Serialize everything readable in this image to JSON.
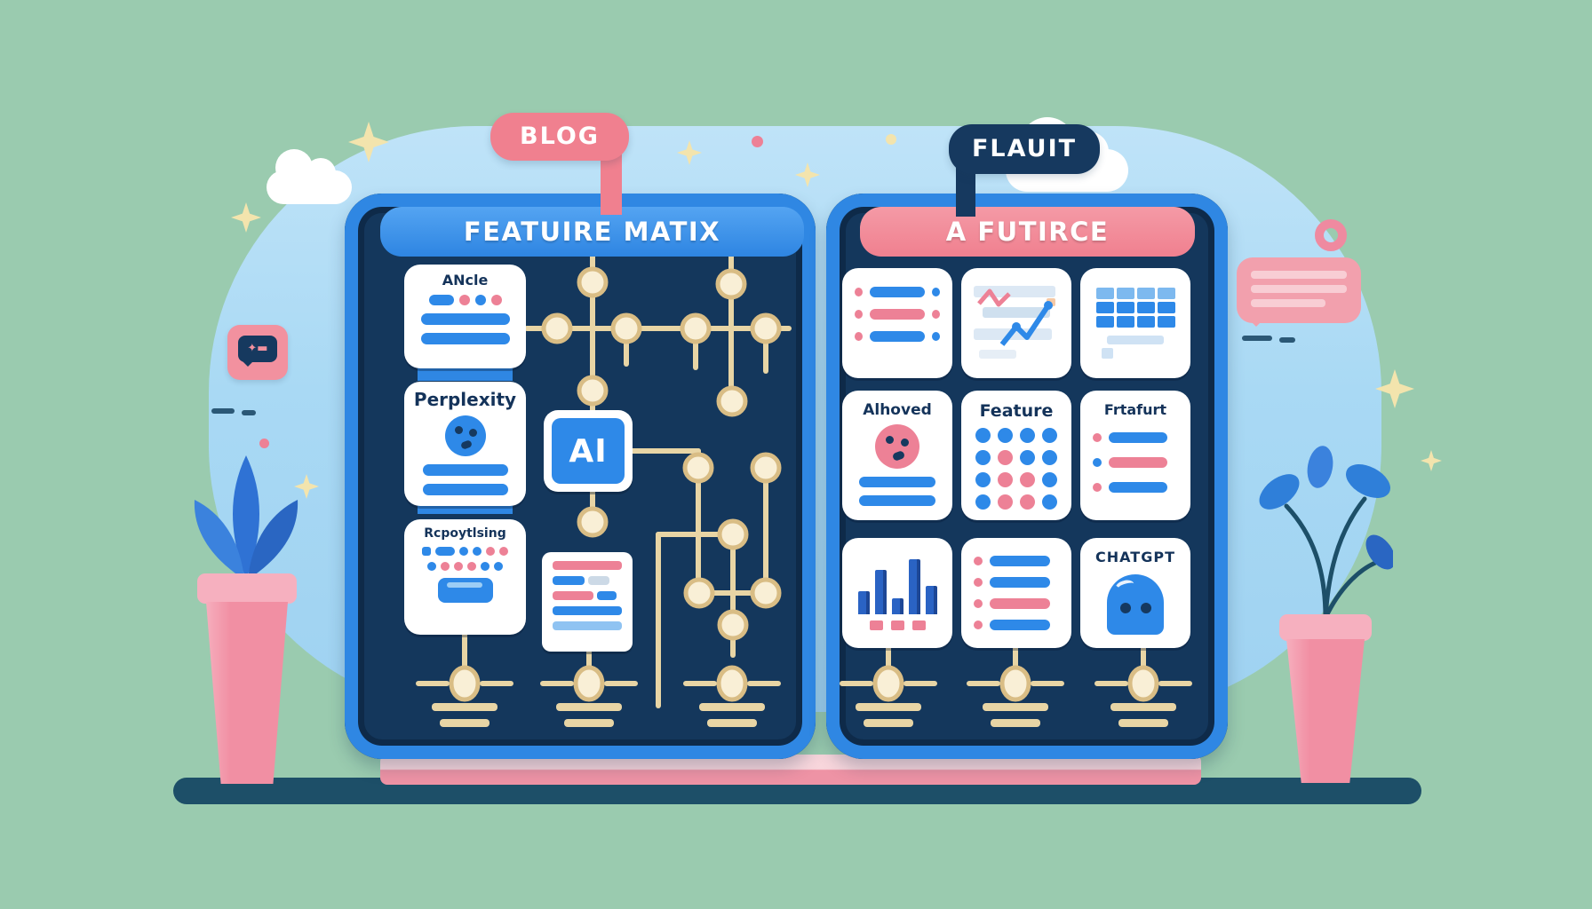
{
  "colors": {
    "bg_green": "#9acbaf",
    "sky_blue": "#a9d9f4",
    "panel_border": "#2f87e3",
    "panel_navy": "#14375c",
    "title_blue": "#2e85e2",
    "pink": "#f0808f",
    "tag_navy": "#16395f",
    "accent_blue": "#2e89e8",
    "accent_pink": "#ed8196",
    "circuit_line": "#e8d5a5",
    "node_fill": "#f9efd6",
    "node_stroke": "#d9bd85",
    "text_navy": "#14335a",
    "floor_teal": "#1d4f68",
    "pot_pink": "#f18fa3",
    "pot_rim": "#f6b0bf",
    "leaf_blue": "#2f72d4",
    "spark_cream": "#f3e4ad"
  },
  "left_panel": {
    "tag": "BLOG",
    "title": "FEATUIRE MATIX",
    "ai_chip_label": "AI",
    "cards": [
      {
        "label": "ANcle",
        "icon": "dots-and-lines"
      },
      {
        "label": "Perplexity",
        "icon": "face-with-lines"
      },
      {
        "label": "Rcpoytlsing",
        "icon": "dot-grid-with-button"
      }
    ]
  },
  "right_panel": {
    "tag": "FLAUIT",
    "title": "A FUTIRCE",
    "cards": [
      {
        "label": "",
        "icon": "bullet-list"
      },
      {
        "label": "",
        "icon": "line-chart"
      },
      {
        "label": "",
        "icon": "data-table"
      },
      {
        "label": "Alhoved",
        "icon": "face-with-lines"
      },
      {
        "label": "Feature",
        "icon": "dot-matrix"
      },
      {
        "label": "Frtafurt",
        "icon": "bullet-list"
      },
      {
        "label": "",
        "icon": "bar-chart"
      },
      {
        "label": "",
        "icon": "bullet-list"
      },
      {
        "label": "CHATGPT",
        "icon": "ghost"
      }
    ]
  }
}
